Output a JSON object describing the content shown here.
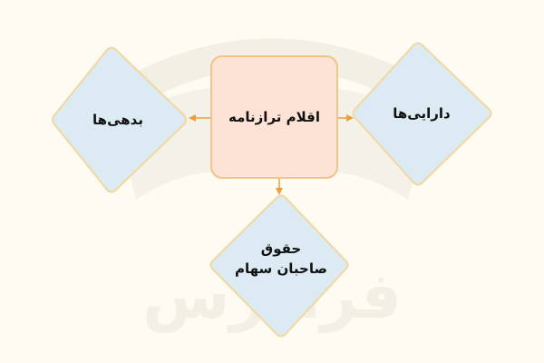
{
  "diagram": {
    "center": {
      "label": "اقلام ترازنامه"
    },
    "left": {
      "label": "بدهی‌ها"
    },
    "right": {
      "label": "دارایی‌ها"
    },
    "bottom": {
      "label": "حقوق\nصاحبان سهام"
    }
  },
  "colors": {
    "background": "#fdfbf2",
    "center_fill": "#fde2d6",
    "center_stroke": "#f2c48a",
    "diamond_fill": "#dcebf3",
    "diamond_stroke": "#f2d7a0",
    "arrow": "#e9a13b",
    "watermark": "#f1efe4"
  },
  "watermark": {
    "text": "فرادرس"
  }
}
